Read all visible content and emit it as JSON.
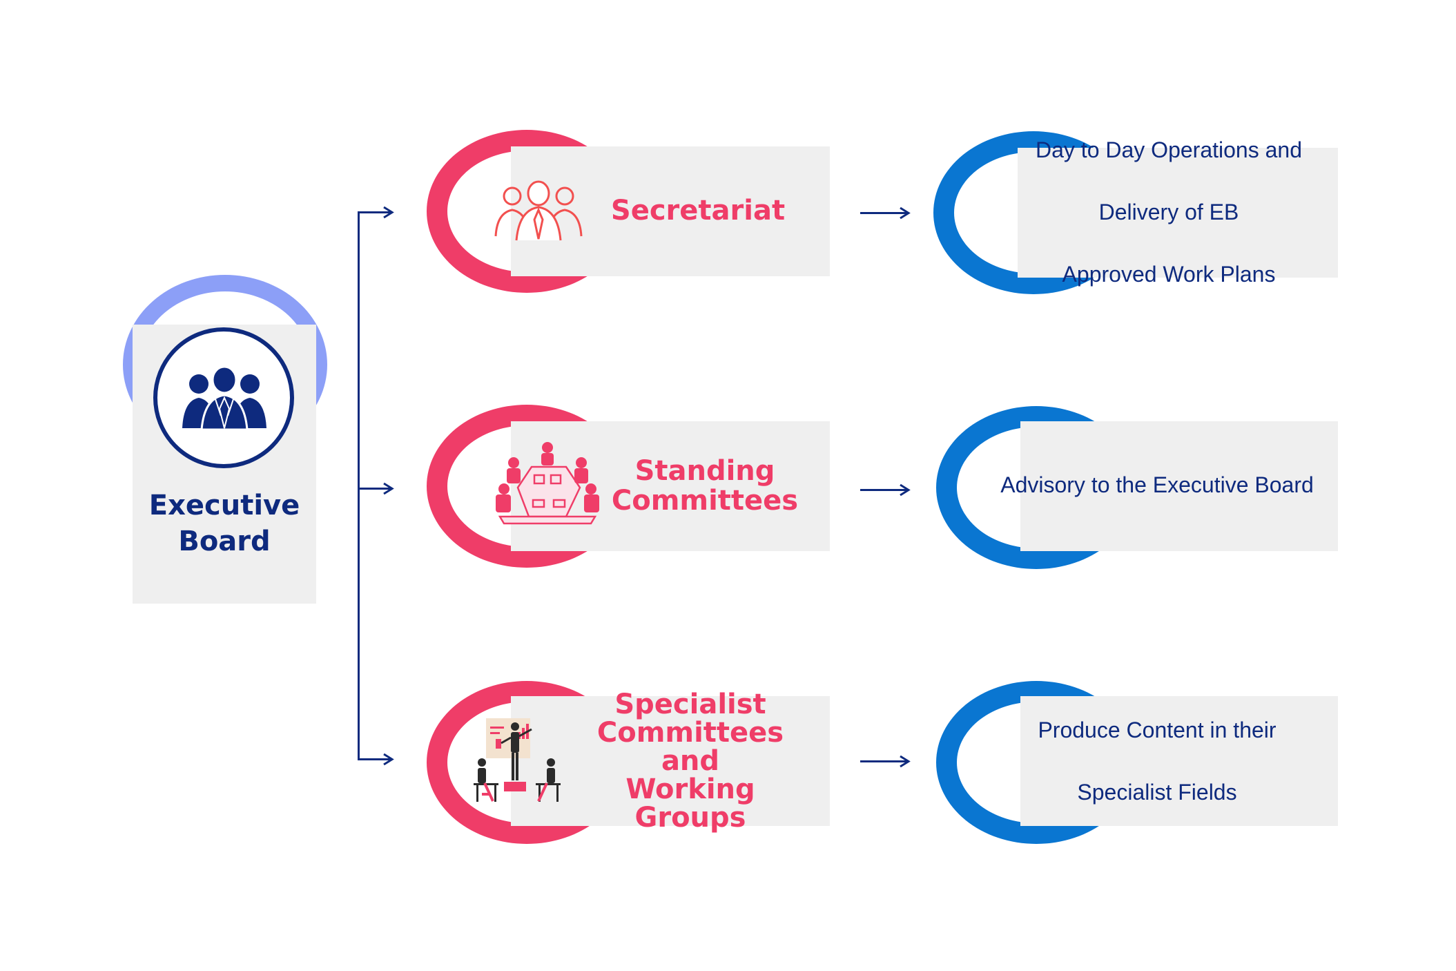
{
  "root": {
    "label": "Executive Board",
    "label_line1": "Executive",
    "label_line2": "Board",
    "icon": "executive-team-icon"
  },
  "rows": [
    {
      "title_lines": [
        "Secretariat"
      ],
      "icon": "team-outline-icon",
      "description_lines": [
        "Day to Day Operations and",
        "Delivery of EB",
        "Approved Work Plans"
      ]
    },
    {
      "title_lines": [
        "Standing",
        "Committees"
      ],
      "icon": "meeting-table-icon",
      "description_lines": [
        "Advisory to the Executive Board"
      ]
    },
    {
      "title_lines": [
        "Specialist",
        "Committees and",
        "Working Groups"
      ],
      "icon": "presentation-icon",
      "description_lines": [
        "Produce Content in their",
        "Specialist Fields"
      ]
    }
  ],
  "colors": {
    "navy": "#0e2a7e",
    "pink": "#ef3d68",
    "blue": "#0a76d1",
    "periwinkle": "#8c9ff7",
    "box_gray": "#efefef"
  }
}
